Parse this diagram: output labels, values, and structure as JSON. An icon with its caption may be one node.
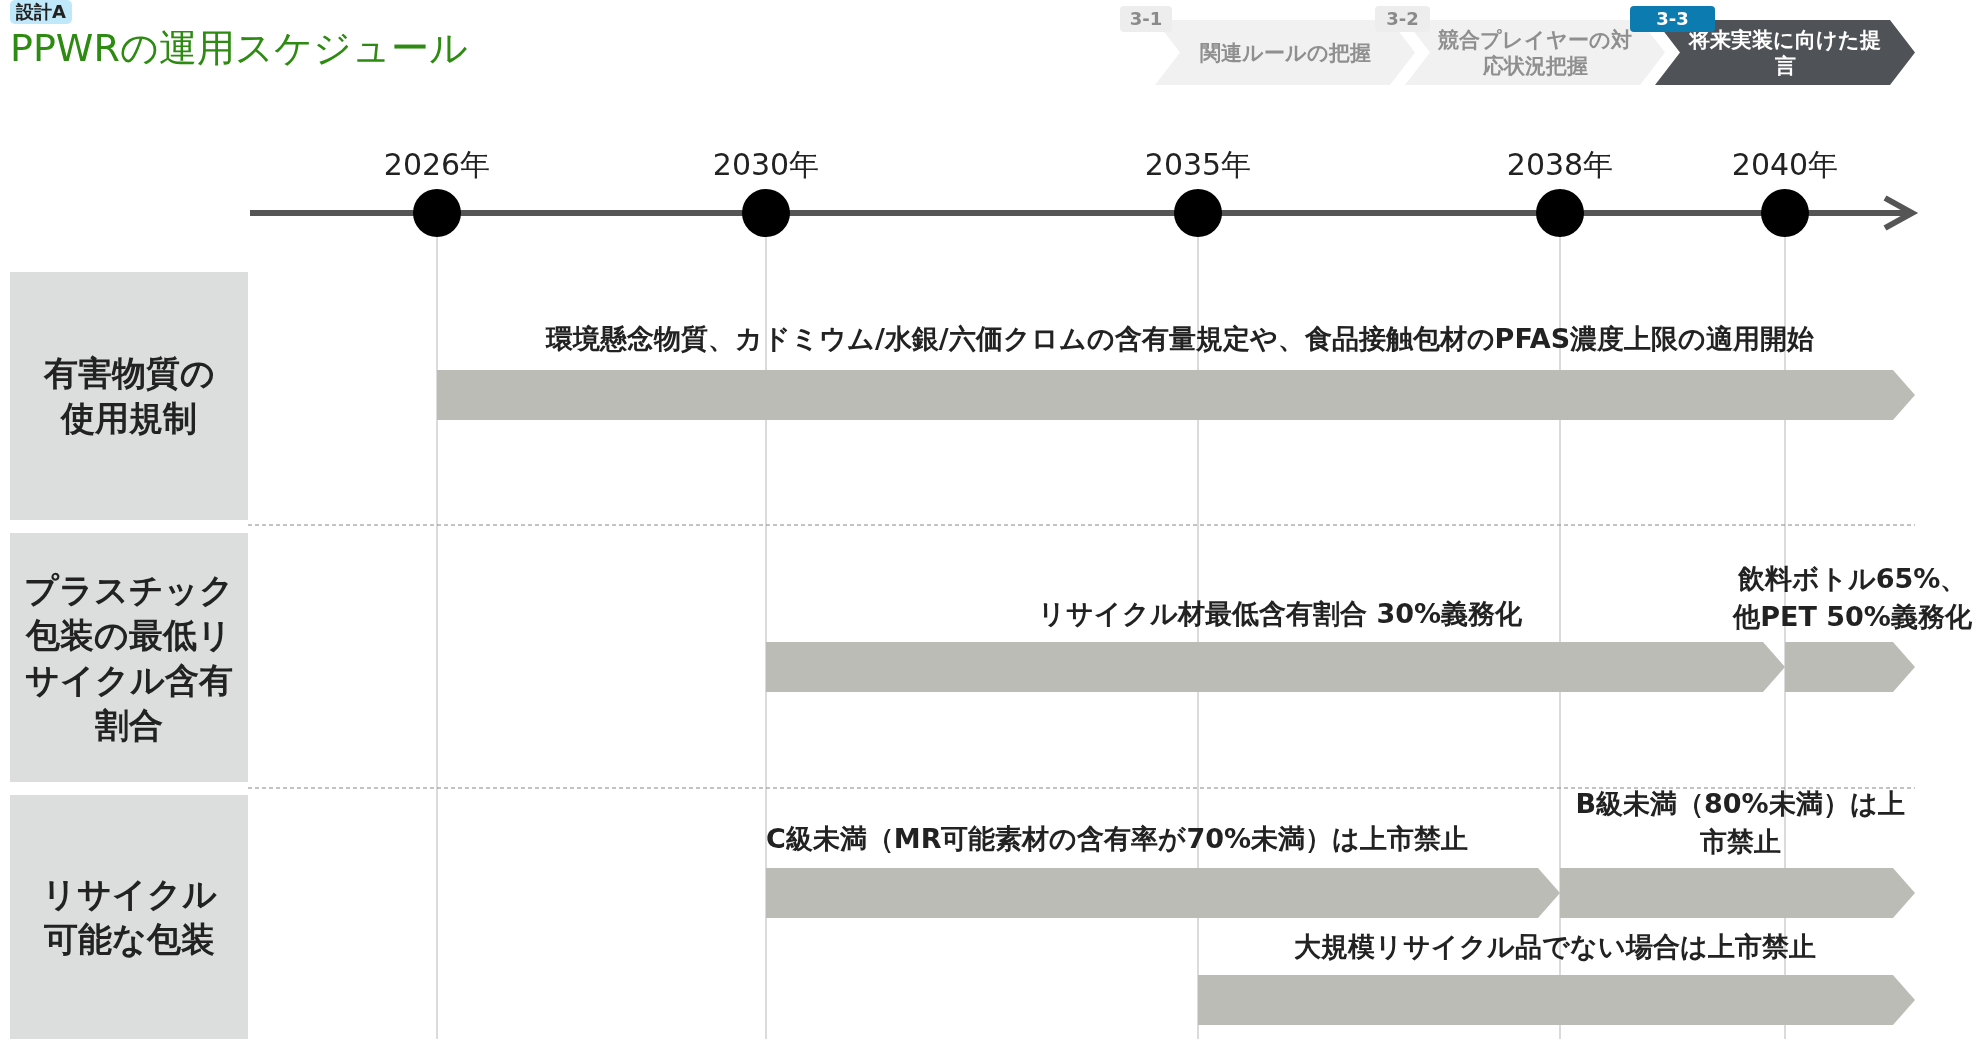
{
  "diagram": {
    "title": "PPWRの運用スケジュール",
    "nodes": [
      {
        "text": [
          "関連ルールの把握"
        ],
        "beside": [
          "3-1"
        ]
      },
      {
        "text": [
          "競合プレイヤーの対応状況把握"
        ],
        "beside": [
          "3-2"
        ]
      },
      {
        "text": [
          "将来実装に向けた提言"
        ],
        "beside": [
          "3-3"
        ]
      },
      {
        "text": [
          "有害物質の使用規制"
        ]
      },
      {
        "text": [
          "プラスチック包装の最低リサイクル含有割合"
        ]
      },
      {
        "text": [
          "リサイクル可能な包装"
        ]
      },
      {
        "text": [
          "環境懸念物質、カドミウム/水銀/六価クロムの含有量規定や、食品接触包材のPFAS濃度上限の適用開始"
        ]
      },
      {
        "text": [
          "リサイクル材最低含有割合 30%義務化"
        ]
      },
      {
        "text": [],
        "shape": "bar",
        "beside": [
          "飲料ボトル65%、他PET 50%義務化"
        ]
      },
      {
        "text": [
          "C級未満（MR可能素材の含有率が70%未満）は上市禁止"
        ]
      },
      {
        "text": [
          "B級未満（80%未満）は上市禁止"
        ]
      },
      {
        "text": [
          "大規模リサイクル品でない場合は上市禁止"
        ]
      }
    ],
    "labels": [
      "設計A",
      "2026年",
      "2030年",
      "2035年",
      "2038年",
      "2040年"
    ]
  }
}
